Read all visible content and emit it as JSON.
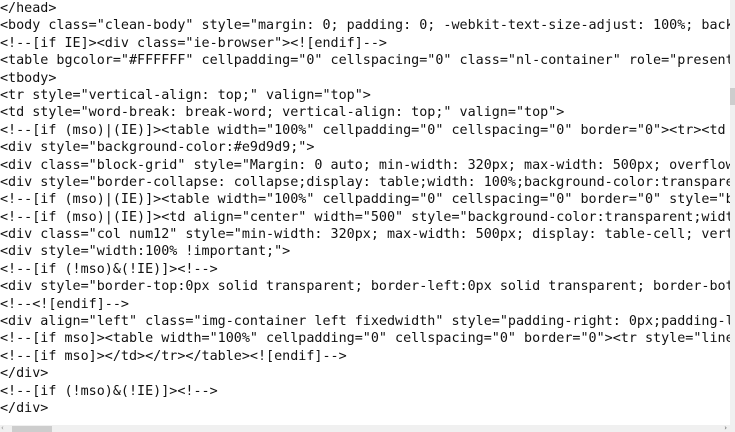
{
  "source_lines": [
    "</head>",
    "<body class=\"clean-body\" style=\"margin: 0; padding: 0; -webkit-text-size-adjust: 100%; back",
    "<!--[if IE]><div class=\"ie-browser\"><![endif]-->",
    "<table bgcolor=\"#FFFFFF\" cellpadding=\"0\" cellspacing=\"0\" class=\"nl-container\" role=\"present",
    "<tbody>",
    "<tr style=\"vertical-align: top;\" valign=\"top\">",
    "<td style=\"word-break: break-word; vertical-align: top;\" valign=\"top\">",
    "<!--[if (mso)|(IE)]><table width=\"100%\" cellpadding=\"0\" cellspacing=\"0\" border=\"0\"><tr><td",
    "<div style=\"background-color:#e9d9d9;\">",
    "<div class=\"block-grid\" style=\"Margin: 0 auto; min-width: 320px; max-width: 500px; overflow",
    "<div style=\"border-collapse: collapse;display: table;width: 100%;background-color:transpare",
    "<!--[if (mso)|(IE)]><table width=\"100%\" cellpadding=\"0\" cellspacing=\"0\" border=\"0\" style=\"b",
    "<!--[if (mso)|(IE)]><td align=\"center\" width=\"500\" style=\"background-color:transparent;widt",
    "<div class=\"col num12\" style=\"min-width: 320px; max-width: 500px; display: table-cell; vert",
    "<div style=\"width:100% !important;\">",
    "<!--[if (!mso)&(!IE)]><!-->",
    "<div style=\"border-top:0px solid transparent; border-left:0px solid transparent; border-bot",
    "<!--<![endif]-->",
    "<div align=\"left\" class=\"img-container left fixedwidth\" style=\"padding-right: 0px;padding-l",
    "<!--[if mso]><table width=\"100%\" cellpadding=\"0\" cellspacing=\"0\" border=\"0\"><tr style=\"line",
    "<!--[if mso]></td></tr></table><![endif]-->",
    "</div>",
    "<!--[if (!mso)&(!IE)]><!-->",
    "</div>"
  ],
  "scrollbars": {
    "left_arrow": "‹",
    "right_arrow": "›"
  }
}
